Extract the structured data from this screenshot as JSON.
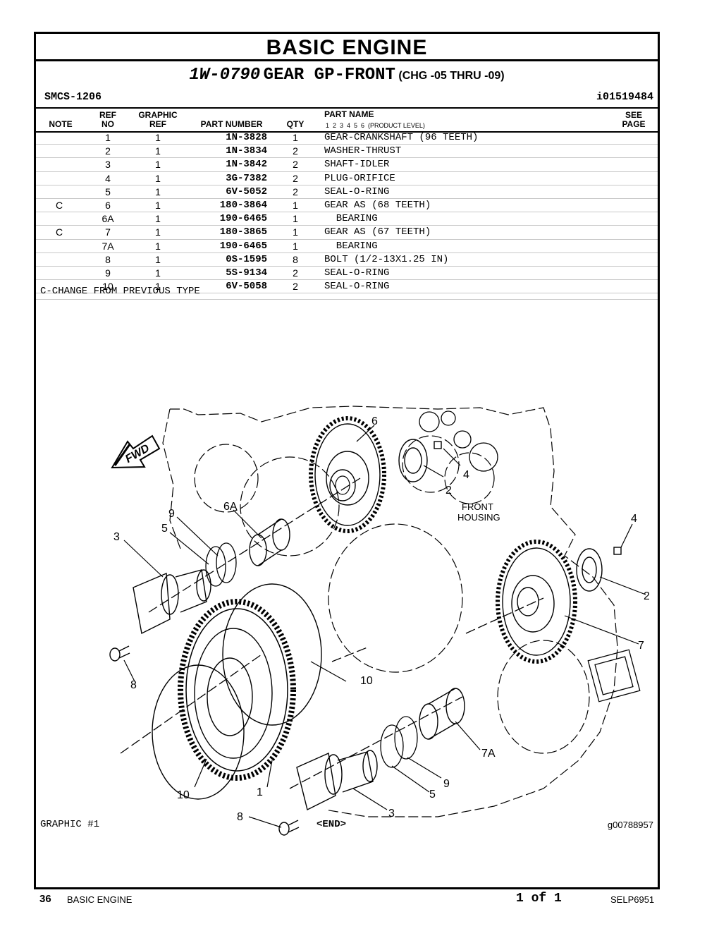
{
  "title": "BASIC ENGINE",
  "subtitle": {
    "part_number": "1W-0790",
    "name": "GEAR GP-FRONT",
    "change": "(CHG -05 THRU -09)"
  },
  "smcs": "SMCS-1206",
  "ident": "i01519484",
  "headers": {
    "note": "NOTE",
    "ref_no_1": "REF",
    "ref_no_2": "NO",
    "graphic_ref_1": "GRAPHIC",
    "graphic_ref_2": "REF",
    "part_number": "PART NUMBER",
    "qty": "QTY",
    "part_name": "PART NAME",
    "product_level": "1  2  3  4  5  6  (PRODUCT LEVEL)",
    "see_page_1": "SEE",
    "see_page_2": "PAGE"
  },
  "parts": [
    {
      "note": "",
      "ref": "1",
      "graphic": "1",
      "part": "1N-3828",
      "qty": "1",
      "name": "GEAR-CRANKSHAFT (96 TEETH)"
    },
    {
      "note": "",
      "ref": "2",
      "graphic": "1",
      "part": "1N-3834",
      "qty": "2",
      "name": "WASHER-THRUST"
    },
    {
      "note": "",
      "ref": "3",
      "graphic": "1",
      "part": "1N-3842",
      "qty": "2",
      "name": "SHAFT-IDLER"
    },
    {
      "note": "",
      "ref": "4",
      "graphic": "1",
      "part": "3G-7382",
      "qty": "2",
      "name": "PLUG-ORIFICE"
    },
    {
      "note": "",
      "ref": "5",
      "graphic": "1",
      "part": "6V-5052",
      "qty": "2",
      "name": "SEAL-O-RING"
    },
    {
      "note": "C",
      "ref": "6",
      "graphic": "1",
      "part": "180-3864",
      "qty": "1",
      "name": "GEAR AS (68 TEETH)"
    },
    {
      "note": "",
      "ref": "6A",
      "graphic": "1",
      "part": "190-6465",
      "qty": "1",
      "name": "  BEARING"
    },
    {
      "note": "C",
      "ref": "7",
      "graphic": "1",
      "part": "180-3865",
      "qty": "1",
      "name": "GEAR AS (67 TEETH)"
    },
    {
      "note": "",
      "ref": "7A",
      "graphic": "1",
      "part": "190-6465",
      "qty": "1",
      "name": "  BEARING"
    },
    {
      "note": "",
      "ref": "8",
      "graphic": "1",
      "part": "0S-1595",
      "qty": "8",
      "name": "BOLT (1/2-13X1.25 IN)"
    },
    {
      "note": "",
      "ref": "9",
      "graphic": "1",
      "part": "5S-9134",
      "qty": "2",
      "name": "SEAL-O-RING"
    },
    {
      "note": "",
      "ref": "10",
      "graphic": "1",
      "part": "6V-5058",
      "qty": "2",
      "name": "SEAL-O-RING"
    }
  ],
  "change_note": "C-CHANGE FROM PREVIOUS TYPE",
  "diagram": {
    "fwd": "FWD",
    "housing_1": "FRONT",
    "housing_2": "HOUSING",
    "callouts": {
      "c6": "6",
      "c4a": "4",
      "c2a": "2",
      "c9a": "9",
      "c6a": "6A",
      "c5a": "5",
      "c3a": "3",
      "c4b": "4",
      "c2b": "2",
      "c7": "7",
      "c8a": "8",
      "c10a": "10",
      "c10b": "10",
      "c1": "1",
      "c7a": "7A",
      "c9b": "9",
      "c5b": "5",
      "c3b": "3",
      "c8b": "8"
    }
  },
  "graphic_label": "GRAPHIC #1",
  "end_label": "<END>",
  "graphic_id": "g00788957",
  "footer": {
    "page": "36",
    "section": "BASIC ENGINE",
    "of": "1 of 1",
    "code": "SELP6951"
  }
}
